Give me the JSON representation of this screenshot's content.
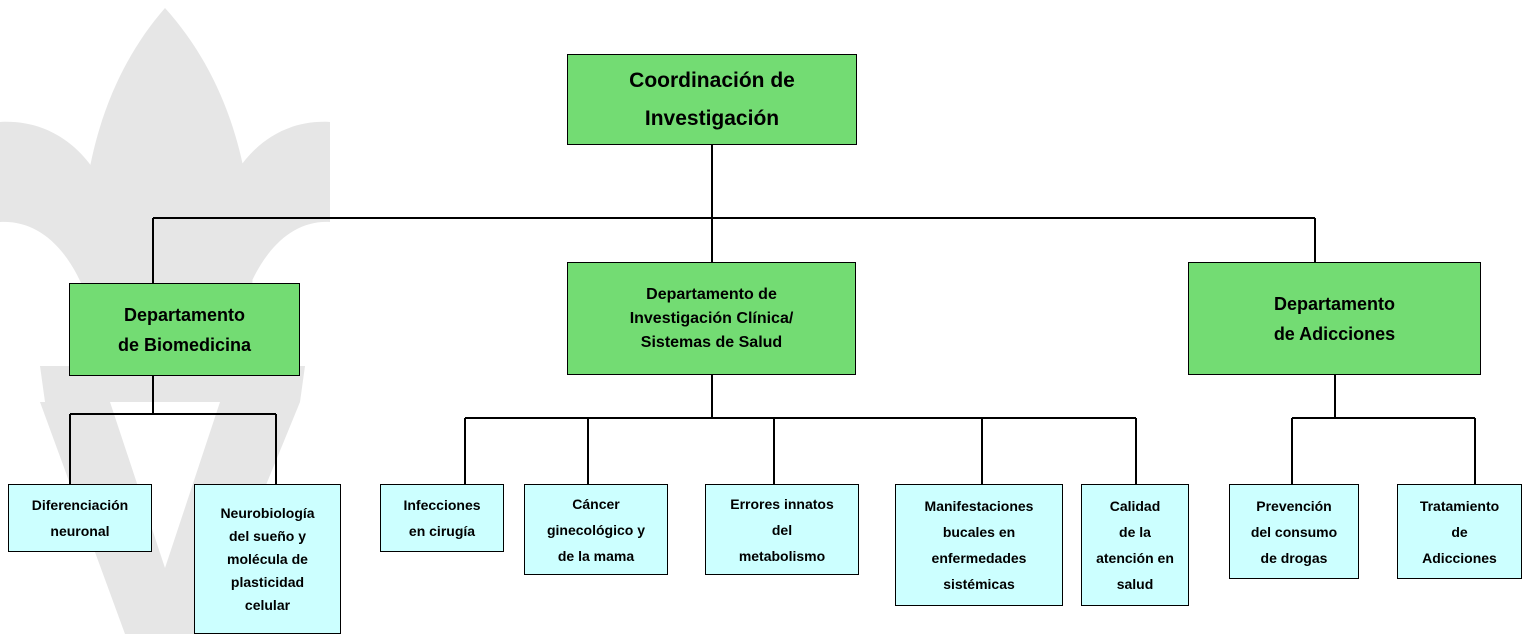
{
  "colors": {
    "dept_fill": "#73dc73",
    "line_fill": "#ccffff",
    "connector": "#000000",
    "watermark": "#e6e6e6"
  },
  "watermark": {
    "icon": "fleur-de-lis-v-logo"
  },
  "root": {
    "label": "Coordinación de\nInvestigación"
  },
  "departments": [
    {
      "label": "Departamento\nde Biomedicina",
      "lines": [
        {
          "label": "Diferenciación\nneuronal"
        },
        {
          "label": "Neurobiología\ndel sueño y\nmolécula de\nplasticidad\ncelular"
        }
      ]
    },
    {
      "label": "Departamento de\nInvestigación Clínica/\nSistemas de Salud",
      "lines": [
        {
          "label": "Infecciones\nen cirugía"
        },
        {
          "label": "Cáncer\nginecológico y\nde la mama"
        },
        {
          "label": "Errores innatos\ndel\nmetabolismo"
        },
        {
          "label": "Manifestaciones\nbucales en\nenfermedades\nsistémicas"
        },
        {
          "label": "Calidad\nde la\natención en\nsalud"
        }
      ]
    },
    {
      "label": "Departamento\nde Adicciones",
      "lines": [
        {
          "label": "Prevención\ndel consumo\nde drogas"
        },
        {
          "label": "Tratamiento\nde\nAdicciones"
        }
      ]
    }
  ]
}
